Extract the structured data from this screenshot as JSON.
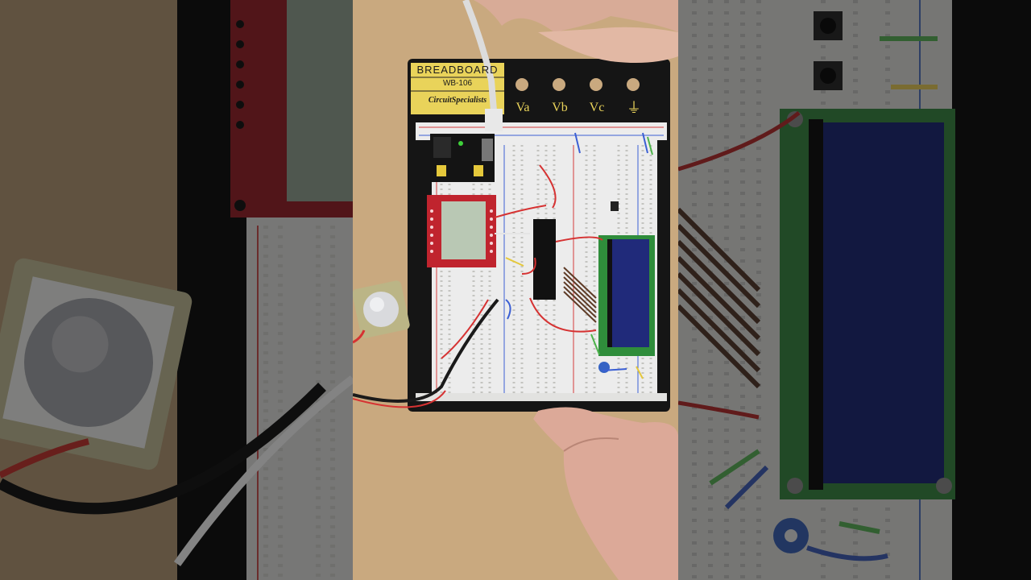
{
  "scene": {
    "kind": "video-frame",
    "colors": {
      "table": "#c9a97f",
      "board_base": "#151515",
      "label_plate": "#e9d35a",
      "breadboard": "#ececec",
      "lcd_pcb": "#2f8d3b",
      "lcd_screen": "#202a7a",
      "nokia_pcb": "#c0242e",
      "nokia_screen": "#b9c8b4"
    }
  },
  "board": {
    "brand": "BREADBOARD",
    "model": "WB-106",
    "maker": "CircuitSpecialists",
    "terminals": [
      "Va",
      "Vb",
      "Vc"
    ],
    "ground_symbol": "⏚"
  }
}
